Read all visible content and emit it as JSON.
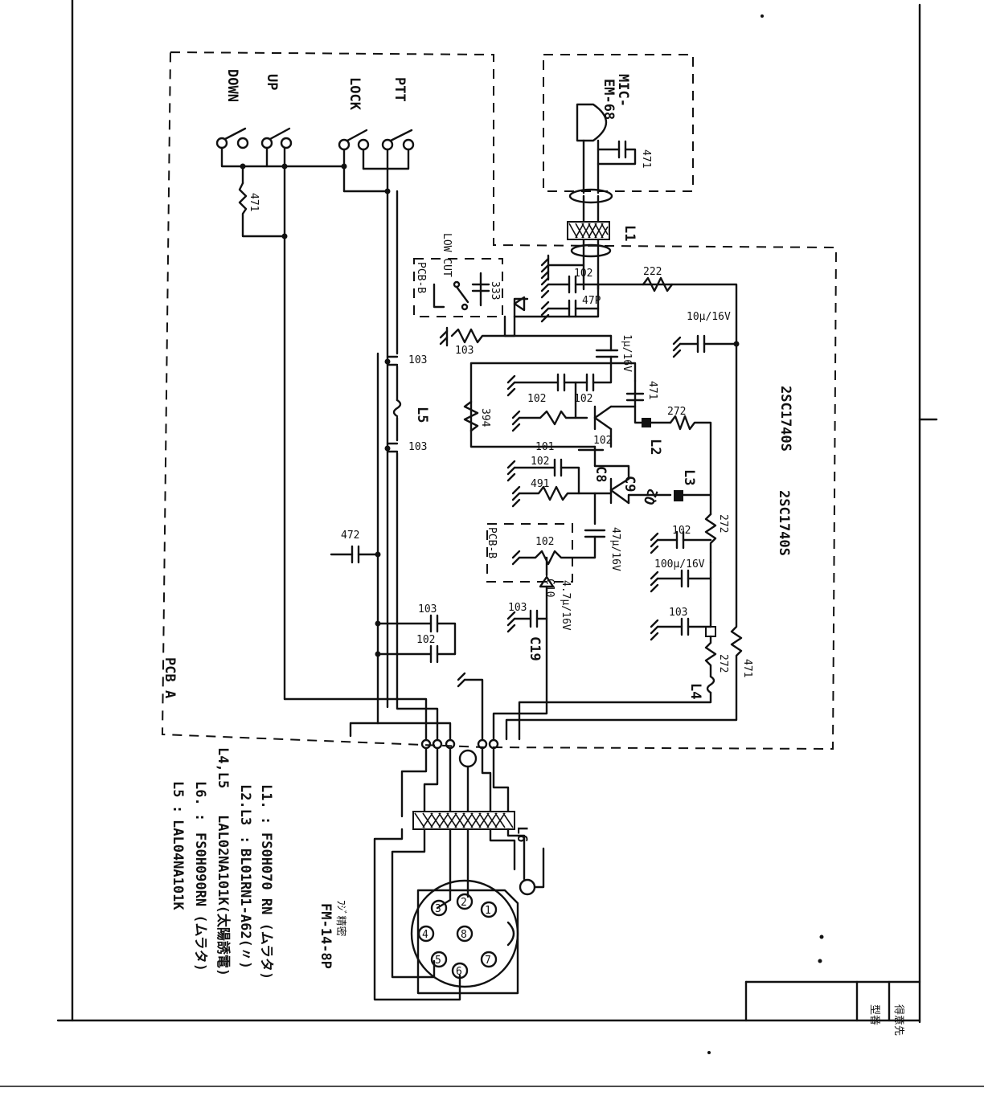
{
  "switches": {
    "down": "DOWN",
    "up": "UP",
    "lock": "LOCK",
    "ptt": "PTT"
  },
  "mic": {
    "name_line1": "MIC-",
    "name_line2": "EM-68",
    "cap": "471"
  },
  "inductors": {
    "l1": "L1",
    "l2": "L2",
    "l3": "L3",
    "l4": "L4",
    "l5": "L5",
    "l6": "L6"
  },
  "low_cut": {
    "title": "LOW CUT",
    "pcb": "PCB-B",
    "cap": "333"
  },
  "pcb_b2": {
    "pcb": "PCB-B",
    "res": "102"
  },
  "pcb_a": "PCB A",
  "values": {
    "r_up_down": "471",
    "c_mic_102": "102",
    "c_47p": "47P",
    "r_222": "222",
    "c_10u": "10μ/16V",
    "r_103": "103",
    "c_1u": "1μ/16V",
    "c_103a": "103",
    "c_103b": "103",
    "c_102a": "102",
    "c_102b": "102",
    "c_471_q": "471",
    "r_272": "272",
    "r_394": "394",
    "r_101": "101",
    "c_102c": "102",
    "c_102d": "102",
    "c8": "C8",
    "r_491": "491",
    "q2": "Q2",
    "c9": "C9",
    "c9_val": "47μ/16V",
    "c_472": "472",
    "c_102e": "102",
    "c_100u": "100μ/16V",
    "c10": "C10",
    "c_103c": "103",
    "c_4u7": "4.7μ/16V",
    "c19": "C19",
    "c_103d": "103",
    "c_103e": "103",
    "c_102f": "102",
    "r_272b": "272",
    "r_471b": "471",
    "r_272c": "272"
  },
  "transistors": {
    "q1": "2SC1740S",
    "q2": "2SC1740S"
  },
  "connector": {
    "maker": "ﾌｼﾞ精密",
    "model": "FM-14-8P",
    "pins": [
      "1",
      "2",
      "3",
      "4",
      "5",
      "6",
      "7",
      "8"
    ]
  },
  "legend": [
    {
      "code": "L1.",
      "sep": ":",
      "value": "FS0H070 RN (ムラタ)"
    },
    {
      "code": "L2.L3",
      "sep": ":",
      "value": "BL01RN1-A62(〃)"
    },
    {
      "code": "L4,L5",
      "sep": "",
      "value": "LAL02NA101K(太陽誘電)"
    },
    {
      "code": "L6.",
      "sep": ":",
      "value": "FS0H090RN (ムラタ)"
    },
    {
      "code": "L5",
      "sep": ":",
      "value": "LAL04NA101K"
    }
  ],
  "title_block": {
    "line1": "得意先",
    "line2": "型番"
  }
}
